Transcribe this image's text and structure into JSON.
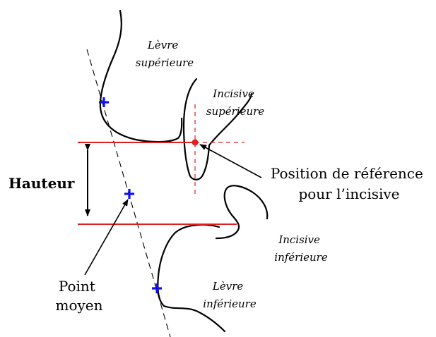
{
  "labels": {
    "upper_lip": [
      "Lèvre",
      "supérieure"
    ],
    "upper_incisor": [
      "Incisive",
      "supérieure"
    ],
    "height": "Hauteur",
    "reference_position": [
      "Position de référence",
      "pour l’incisive"
    ],
    "lower_incisor": [
      "Incisive",
      "inférieure"
    ],
    "midpoint": [
      "Point",
      "moyen"
    ],
    "lower_lip": [
      "Lèvre",
      "inférieure"
    ]
  },
  "colors": {
    "reference_lines": "#e02020",
    "markers": "#1010ee",
    "contours": "#000000"
  }
}
